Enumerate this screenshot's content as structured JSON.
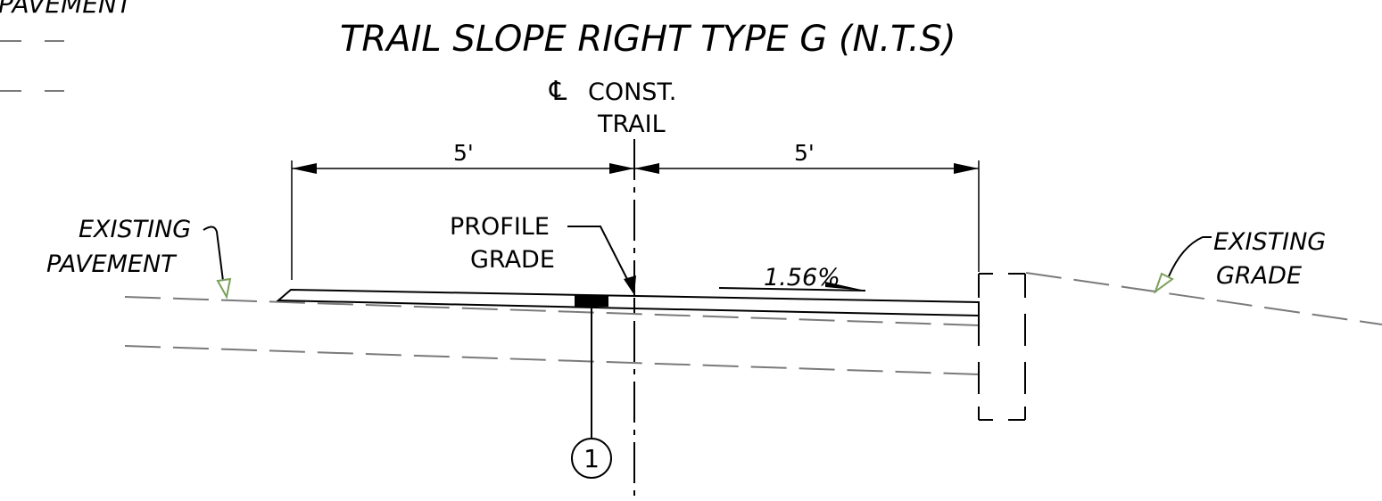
{
  "drawing": {
    "title": "TRAIL SLOPE RIGHT TYPE G (N.T.S)",
    "top_left_label": "PAVEMENT",
    "centerline_symbol": "℄",
    "centerline_label_line1": "CONST.",
    "centerline_label_line2": "TRAIL",
    "dim_left": "5'",
    "dim_right": "5'",
    "profile_grade_line1": "PROFILE",
    "profile_grade_line2": "GRADE",
    "slope_label": "1.56%",
    "existing_pavement_line1": "EXISTING",
    "existing_pavement_line2": "PAVEMENT",
    "existing_grade_line1": "EXISTING",
    "existing_grade_line2": "GRADE",
    "callout_number": "1"
  },
  "colors": {
    "ink": "#000000",
    "existing_lines": "#7a7a7a",
    "leader_arrow": "#7aa05a"
  }
}
